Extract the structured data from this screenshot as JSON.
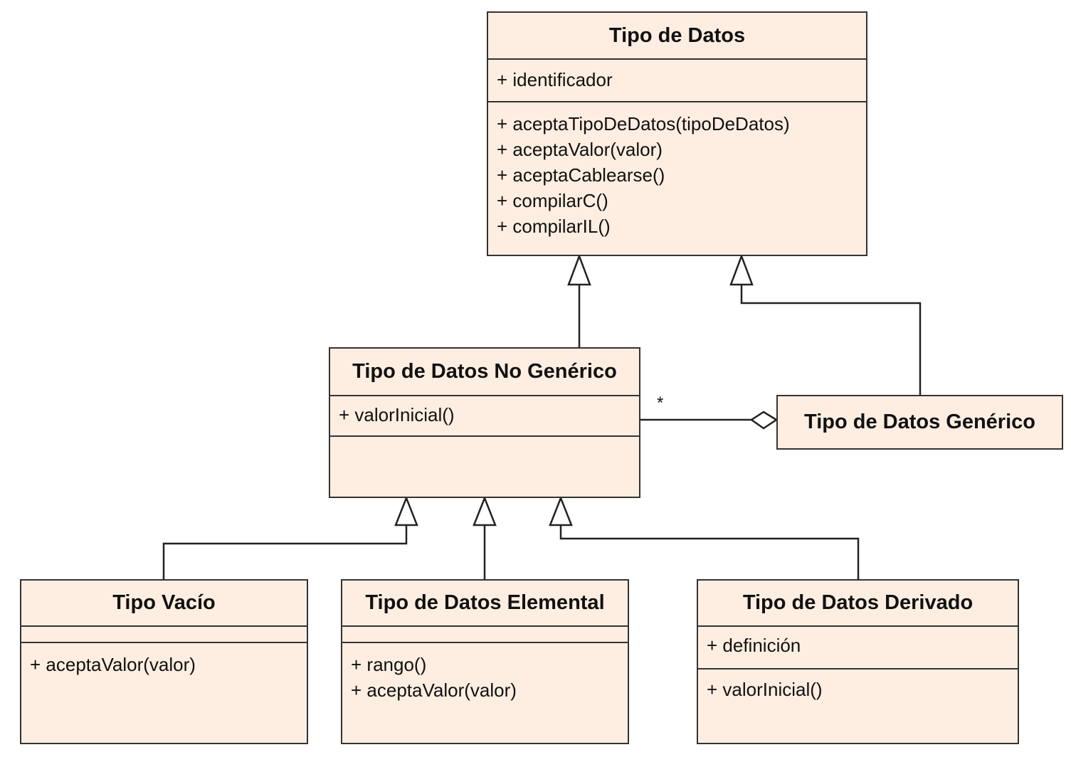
{
  "classes": {
    "tipo_de_datos": {
      "name": "Tipo de Datos",
      "attributes": [
        "+ identificador"
      ],
      "operations": [
        "+ aceptaTipoDeDatos(tipoDeDatos)",
        "+ aceptaValor(valor)",
        "+ aceptaCablearse()",
        "+ compilarC()",
        "+ compilarIL()"
      ]
    },
    "no_generico": {
      "name": "Tipo de Datos No Genérico",
      "attributes": [
        "+ valorInicial()"
      ],
      "operations": []
    },
    "generico": {
      "name": "Tipo de Datos Genérico"
    },
    "vacio": {
      "name": "Tipo Vacío",
      "attributes": [],
      "operations": [
        "+ aceptaValor(valor)"
      ]
    },
    "elemental": {
      "name": "Tipo de Datos Elemental",
      "attributes": [],
      "operations": [
        "+ rango()",
        "+ aceptaValor(valor)"
      ]
    },
    "derivado": {
      "name": "Tipo de Datos Derivado",
      "attributes": [
        "+ definición"
      ],
      "operations": [
        "+ valorInicial()"
      ]
    }
  },
  "aggregation": {
    "multiplicity": "*"
  },
  "colors": {
    "class_fill": "#fdeee1",
    "stroke": "#333333"
  }
}
